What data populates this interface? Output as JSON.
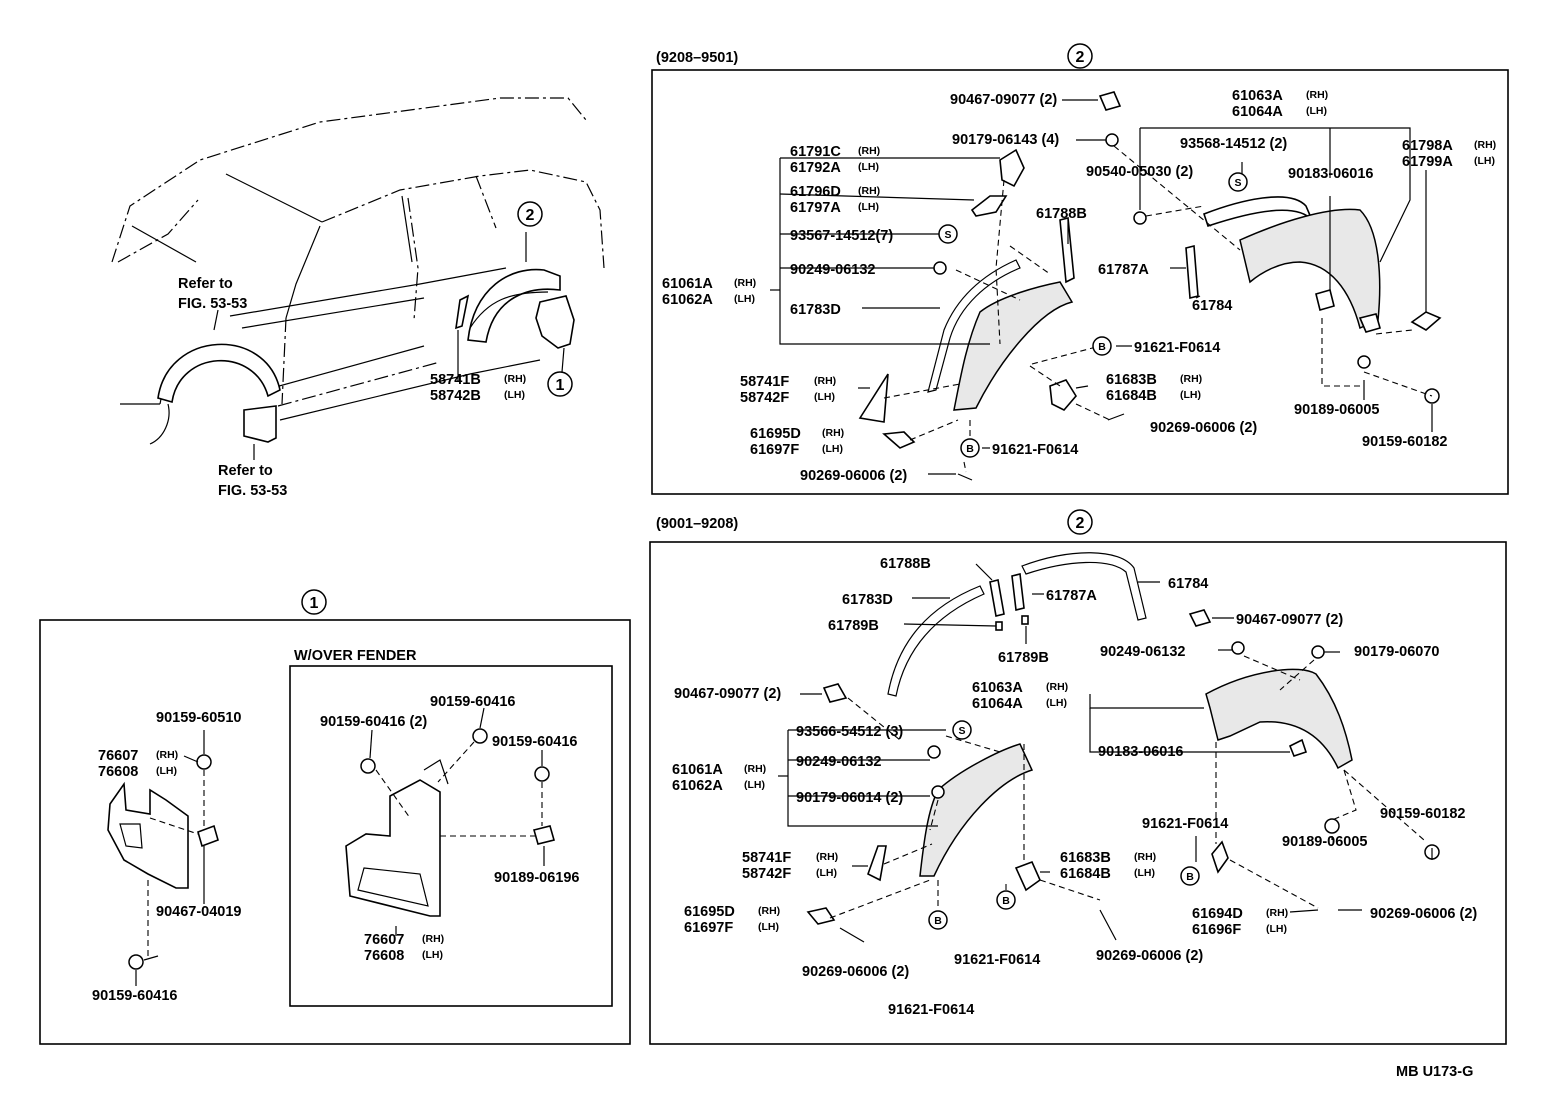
{
  "doc_code": "MB  U173-G",
  "overview": {
    "refer_top": [
      "Refer to",
      "FIG. 53-53"
    ],
    "refer_bottom": [
      "Refer to",
      "FIG. 53-53"
    ],
    "callout_1": "1",
    "callout_2": "2",
    "part_58741B": "58741B",
    "part_58742B": "58742B",
    "rh": "(RH)",
    "lh": "(LH)"
  },
  "panel_top": {
    "period": "(9208–9501)",
    "callout": "2",
    "labels": {
      "p90467_09077": "90467-09077 (2)",
      "p61063A": "61063A",
      "p61064A": "61064A",
      "p90179_06143": "90179-06143 (4)",
      "p93568_14512": "93568-14512 (2)",
      "p61791C": "61791C",
      "p61792A": "61792A",
      "p61798A": "61798A",
      "p61799A": "61799A",
      "p90540_05030": "90540-05030 (2)",
      "p90183_06016": "90183-06016",
      "p61796D": "61796D",
      "p61797A": "61797A",
      "p61788B": "61788B",
      "p93567_14512": "93567-14512(7)",
      "p90249_06132": "90249-06132",
      "p61787A": "61787A",
      "p61061A": "61061A",
      "p61062A": "61062A",
      "p61784": "61784",
      "p61783D": "61783D",
      "p91621_F0614_a": "91621-F0614",
      "p58741F": "58741F",
      "p58742F": "58742F",
      "p61683B": "61683B",
      "p61684B": "61684B",
      "p90189_06005": "90189-06005",
      "p90269_06006_a": "90269-06006 (2)",
      "p61695D": "61695D",
      "p61697F": "61697F",
      "p91621_F0614_b": "91621-F0614",
      "p90159_60182": "90159-60182",
      "p90269_06006_b": "90269-06006 (2)"
    }
  },
  "panel_bottom": {
    "period": "(9001–9208)",
    "callout": "2",
    "labels": {
      "p61788B": "61788B",
      "p61784": "61784",
      "p61783D": "61783D",
      "p61787A": "61787A",
      "p61789B_a": "61789B",
      "p61789B_b": "61789B",
      "p90467_09077_r": "90467-09077 (2)",
      "p90249_06132_r": "90249-06132",
      "p90179_06070": "90179-06070",
      "p90467_09077_l": "90467-09077 (2)",
      "p61063A": "61063A",
      "p61064A": "61064A",
      "p93566_54512": "93566-54512 (3)",
      "p61061A": "61061A",
      "p61062A": "61062A",
      "p90249_06132_l": "90249-06132",
      "p90183_06016": "90183-06016",
      "p90179_06014": "90179-06014 (2)",
      "p90159_60182": "90159-60182",
      "p91621_F0614_r": "91621-F0614",
      "p90189_06005": "90189-06005",
      "p58741F": "58741F",
      "p58742F": "58742F",
      "p61683B": "61683B",
      "p61684B": "61684B",
      "p61695D": "61695D",
      "p61697F": "61697F",
      "p61694D": "61694D",
      "p61696F": "61696F",
      "p90269_06006_r": "90269-06006 (2)",
      "p91621_F0614_m": "91621-F0614",
      "p90269_06006_m": "90269-06006 (2)",
      "p90269_06006_l": "90269-06006 (2)",
      "p91621_F0614_l": "91621-F0614"
    }
  },
  "panel_mudguard": {
    "callout": "1",
    "subtitle": "W/OVER FENDER",
    "labels": {
      "p90159_60510": "90159-60510",
      "p76607_a": "76607",
      "p76608_a": "76608",
      "p90467_04019": "90467-04019",
      "p90159_60416_a": "90159-60416",
      "p90159_60416_2": "90159-60416 (2)",
      "p90159_60416_b": "90159-60416",
      "p90159_60416_c": "90159-60416",
      "p90189_06196": "90189-06196",
      "p76607_b": "76607",
      "p76608_b": "76608"
    }
  },
  "sym": {
    "S": "S",
    "B": "B",
    "rh": "(RH)",
    "lh": "(LH)"
  }
}
